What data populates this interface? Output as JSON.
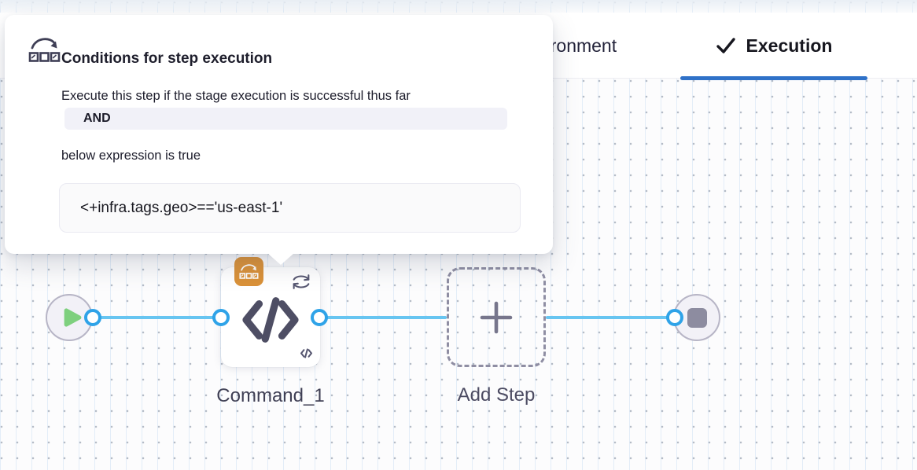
{
  "header": {
    "tabs": [
      {
        "label": "Environment",
        "active": false
      },
      {
        "label": "Execution",
        "active": true
      }
    ]
  },
  "tooltip": {
    "title": "Conditions for step execution",
    "line1": "Execute this step if the stage execution is successful thus far",
    "operator": "AND",
    "line2": "below expression is true",
    "expression": "<+infra.tags.geo>=='us-east-1'"
  },
  "pipeline": {
    "start_node": {
      "type": "start"
    },
    "steps": [
      {
        "label": "Command_1",
        "type": "command",
        "badges": [
          "conditional-execution"
        ],
        "decorators": [
          "looping-strategy"
        ]
      },
      {
        "label": "Add Step",
        "type": "add-step-placeholder"
      }
    ],
    "end_node": {
      "type": "stop"
    }
  },
  "icons": {
    "tab_check": "checkmark-icon",
    "tooltip_header": "conditional-execution-icon",
    "step_main": "code-icon",
    "step_badge": "conditional-execution-icon",
    "step_decorator": "loop-icon",
    "placeholder": "plus-icon",
    "start": "play-icon",
    "end": "stop-icon"
  },
  "colors": {
    "tab_underline": "#2f71c8",
    "edge_blue": "#67c5f1",
    "port_ring": "#2fa3e8",
    "badge_orange": "#da9138",
    "play_green": "#7ed07e",
    "node_fill": "#f2f1f7",
    "slate_icon": "#4e4e64"
  }
}
